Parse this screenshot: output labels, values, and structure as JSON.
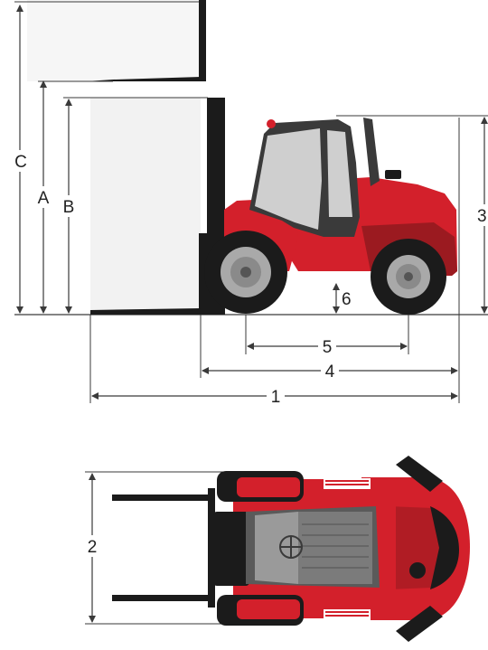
{
  "labels": {
    "A": "A",
    "B": "B",
    "C": "C",
    "d1": "1",
    "d2": "2",
    "d3": "3",
    "d4": "4",
    "d5": "5",
    "d6": "6"
  },
  "colors": {
    "body_red": "#d3202b",
    "dark_red": "#9b1a20",
    "shadow_red": "#b01c24",
    "black": "#1b1b1b",
    "grey": "#7b7b7b",
    "glass": "#c9c9c9",
    "hub": "#a9a9a9",
    "line": "#3a3a3a",
    "fork_bg": "#f1f1f1"
  }
}
